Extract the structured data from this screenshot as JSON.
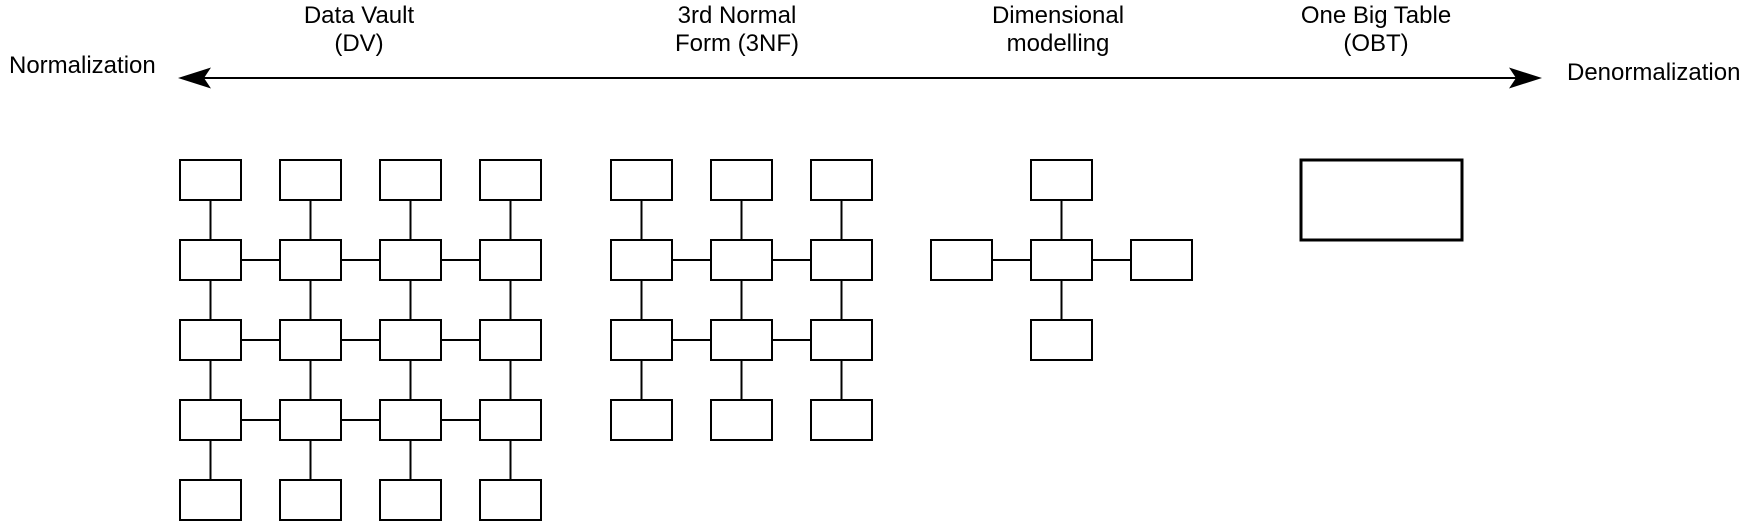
{
  "axis": {
    "left_label": "Normalization",
    "right_label": "Denormalization",
    "arrow_style": "double-headed"
  },
  "approaches": [
    {
      "name": "Data Vault (DV)",
      "label_lines": [
        "Data Vault",
        "(DV)"
      ],
      "schema_type": "grid",
      "table_count": 20,
      "grid": {
        "columns": 4,
        "rows": 5,
        "rows_with_horizontal_links": [
          2,
          3,
          4
        ]
      }
    },
    {
      "name": "3rd Normal Form (3NF)",
      "label_lines": [
        "3rd Normal",
        "Form (3NF)"
      ],
      "schema_type": "grid",
      "table_count": 12,
      "grid": {
        "columns": 3,
        "rows": 4,
        "rows_with_horizontal_links": [
          2,
          3
        ]
      }
    },
    {
      "name": "Dimensional modelling",
      "label_lines": [
        "Dimensional",
        "modelling"
      ],
      "schema_type": "star",
      "table_count": 5,
      "star": {
        "center_tables": 1,
        "satellite_tables": 4
      }
    },
    {
      "name": "One Big Table (OBT)",
      "label_lines": [
        "One Big Table",
        "(OBT)"
      ],
      "schema_type": "single-table",
      "table_count": 1
    }
  ],
  "colors": {
    "background": "#ffffff",
    "stroke": "#000000",
    "text": "#000000"
  }
}
